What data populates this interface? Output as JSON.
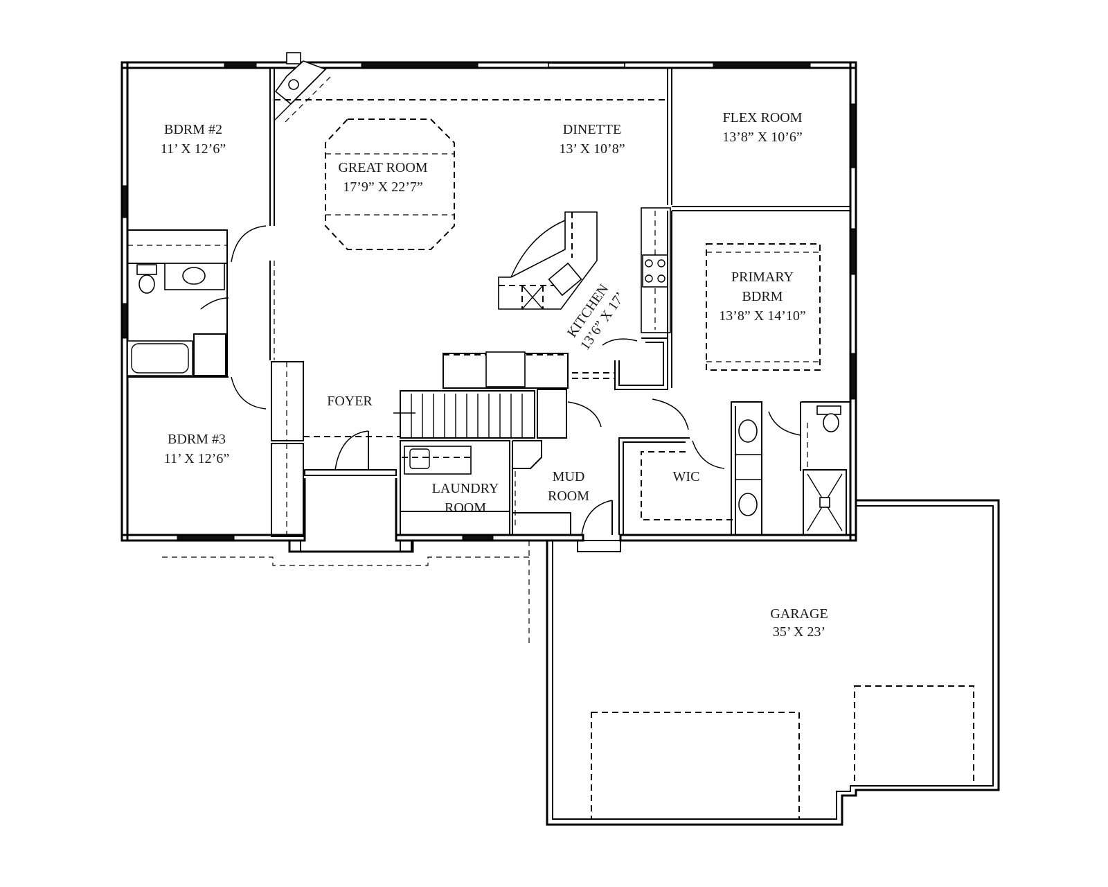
{
  "plan": {
    "type": "residential floor plan",
    "rooms": [
      {
        "id": "bdrm2",
        "name": "BDRM #2",
        "size": "11’ X 12’6”"
      },
      {
        "id": "great_room",
        "name": "GREAT ROOM",
        "size": "17’9” X 22’7”"
      },
      {
        "id": "dinette",
        "name": "DINETTE",
        "size": "13’ X 10’8”"
      },
      {
        "id": "flex_room",
        "name": "FLEX ROOM",
        "size": "13’8” X 10’6”"
      },
      {
        "id": "kitchen",
        "name": "KITCHEN",
        "size": "13’6” X 17’"
      },
      {
        "id": "primary_bdrm",
        "name_line1": "PRIMARY",
        "name_line2": "BDRM",
        "size": "13’8” X 14’10”"
      },
      {
        "id": "foyer",
        "name": "FOYER"
      },
      {
        "id": "bdrm3",
        "name": "BDRM #3",
        "size": "11’ X 12’6”"
      },
      {
        "id": "laundry",
        "name_line1": "LAUNDRY",
        "name_line2": "ROOM"
      },
      {
        "id": "mud_room",
        "name_line1": "MUD",
        "name_line2": "ROOM"
      },
      {
        "id": "wic",
        "name": "WIC"
      },
      {
        "id": "garage",
        "name": "GARAGE",
        "size": "35’ X 23’"
      }
    ],
    "colors": {
      "line": "#000000",
      "background": "#ffffff",
      "text": "#1a1a1a"
    }
  }
}
